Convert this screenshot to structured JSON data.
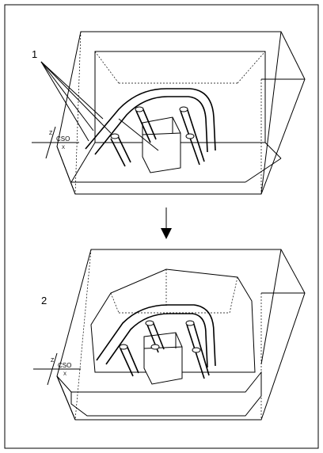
{
  "figure": {
    "top_view": {
      "callout_label": "1",
      "axis_z_label": "Z",
      "axis_x_label": "X",
      "csys_label": "CSO"
    },
    "bottom_view": {
      "callout_label": "2",
      "axis_z_label": "Z",
      "axis_x_label": "X",
      "csys_label": "CSO"
    }
  }
}
